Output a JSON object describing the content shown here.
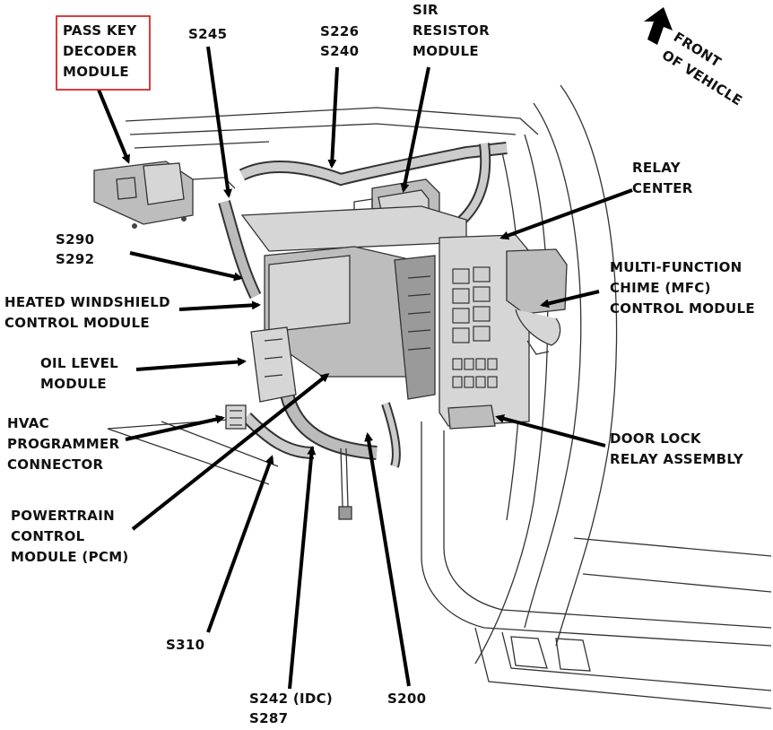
{
  "labels": {
    "pass_key_1": "PASS KEY",
    "pass_key_2": "DECODER",
    "pass_key_3": "MODULE",
    "s245": "S245",
    "s226": "S226",
    "s240": "S240",
    "sir_1": "SIR",
    "sir_2": "RESISTOR",
    "sir_3": "MODULE",
    "front_1": "FRONT",
    "front_2": "OF VEHICLE",
    "relay_1": "RELAY",
    "relay_2": "CENTER",
    "s290": "S290",
    "s292": "S292",
    "mfc_1": "MULTI-FUNCTION",
    "mfc_2": "CHIME (MFC)",
    "mfc_3": "CONTROL MODULE",
    "hw_1": "HEATED WINDSHIELD",
    "hw_2": "CONTROL MODULE",
    "oil_1": "OIL LEVEL",
    "oil_2": "MODULE",
    "hvac_1": "HVAC",
    "hvac_2": "PROGRAMMER",
    "hvac_3": "CONNECTOR",
    "door_1": "DOOR LOCK",
    "door_2": "RELAY ASSEMBLY",
    "pcm_1": "POWERTRAIN",
    "pcm_2": "CONTROL",
    "pcm_3": "MODULE (PCM)",
    "s310": "S310",
    "s242_1": "S242 (IDC)",
    "s242_2": "S287",
    "s200": "S200"
  },
  "colors": {
    "highlight_box": "#d9262a",
    "ink": "#111111"
  }
}
